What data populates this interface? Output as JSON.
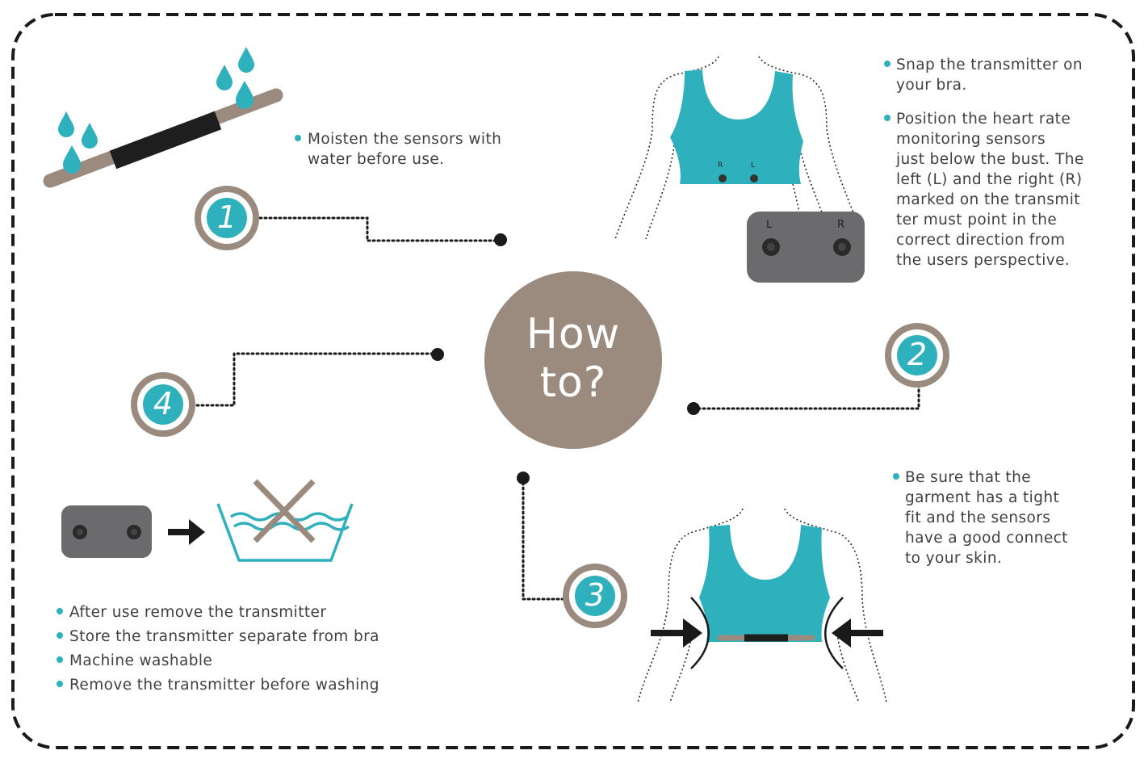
{
  "colors": {
    "teal": "#2fb1bd",
    "taupe": "#9a8b7e",
    "dark_gray": "#6b6b6e",
    "text": "#3f3f44",
    "dots": "#1a1a1a"
  },
  "center": {
    "line1": "How",
    "line2": "to?"
  },
  "steps": [
    {
      "number": "1",
      "lines": [
        "Moisten the sensors with",
        "water before use."
      ]
    },
    {
      "number": "2",
      "bullets": [
        [
          "Snap the transmitter on",
          "your bra."
        ],
        [
          "Position the heart rate",
          "monitoring sensors",
          "just below the bust. The",
          "left (L) and the right (R)",
          "marked on the transmit",
          "ter must point in the",
          "correct direction from",
          "the users perspective."
        ]
      ]
    },
    {
      "number": "3",
      "lines": [
        "Be sure that the",
        "garment has a tight",
        "fit and the sensors",
        "have a good connect",
        "to your skin."
      ]
    },
    {
      "number": "4",
      "items": [
        "After use remove the transmitter",
        "Store the transmitter separate from bra",
        "Machine washable",
        "Remove the transmitter before washing"
      ]
    }
  ],
  "sensor_labels": {
    "bra_top": [
      "R",
      "L"
    ],
    "transmitter": [
      "L",
      "R"
    ]
  },
  "icons": [
    "water-drop-icon",
    "sensor-strap-icon",
    "transmitter-icon",
    "arrow-icon",
    "wash-basin-icon",
    "no-wash-cross-icon",
    "torso-outline-icon"
  ]
}
